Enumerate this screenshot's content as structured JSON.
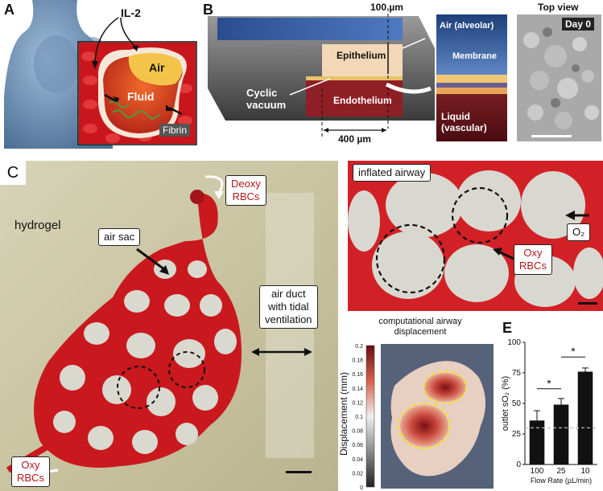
{
  "panelA": {
    "letter": "A",
    "il2": "IL-2",
    "air": "Air",
    "fluid": "Fluid",
    "fibrin": "Fibrin"
  },
  "panelB": {
    "letter": "B",
    "dim_top": "100 µm",
    "dim_bottom": "400 µm",
    "epithelium": "Epithelium",
    "endothelium": "Endothelium",
    "cyclic_vacuum_line1": "Cyclic",
    "cyclic_vacuum_line2": "vacuum",
    "air_alveolar": "Air (alveolar)",
    "membrane": "Membrane",
    "liquid_line1": "Liquid",
    "liquid_line2": "(vascular)",
    "top_view": "Top view",
    "day0": "Day 0"
  },
  "panelC": {
    "letter": "C",
    "deoxy_line1": "Deoxy",
    "deoxy_line2": "RBCs",
    "hydrogel": "hydrogel",
    "air_sac": "air sac",
    "air_duct_line1": "air duct",
    "air_duct_line2": "with tidal",
    "air_duct_line3": "ventilation",
    "oxy_line1": "Oxy",
    "oxy_line2": "RBCs"
  },
  "panelInflated": {
    "title": "inflated airway",
    "o2": "O₂",
    "oxy_line1": "Oxy",
    "oxy_line2": "RBCs"
  },
  "panelDisp": {
    "title_line1": "computational airway",
    "title_line2": "displacement",
    "colorbar_label": "Displacement (mm)",
    "ticks": [
      "0.2",
      "0.18",
      "0.16",
      "0.14",
      "0.12",
      "0.1",
      "0.08",
      "0.06",
      "0.04",
      "0.02",
      "0"
    ]
  },
  "panelE": {
    "letter": "E",
    "sig1": "*",
    "sig2": "*"
  },
  "chart_data": {
    "type": "bar",
    "categories": [
      "100",
      "25",
      "10"
    ],
    "values": [
      36,
      49,
      76
    ],
    "errors": [
      8,
      5,
      3
    ],
    "xlabel": "Flow Rate (µL/min)",
    "ylabel": "outlet sO₂ (%)",
    "ylim": [
      0,
      100
    ],
    "yticks": [
      "0",
      "25",
      "50",
      "75",
      "100"
    ],
    "reference_line": 30,
    "bar_color": "#111111"
  },
  "colors": {
    "red": "#c9191e",
    "deep_red": "#8c1518",
    "hydrogel": "#c9c4a6",
    "yellow_dash": "#f2e21a"
  }
}
